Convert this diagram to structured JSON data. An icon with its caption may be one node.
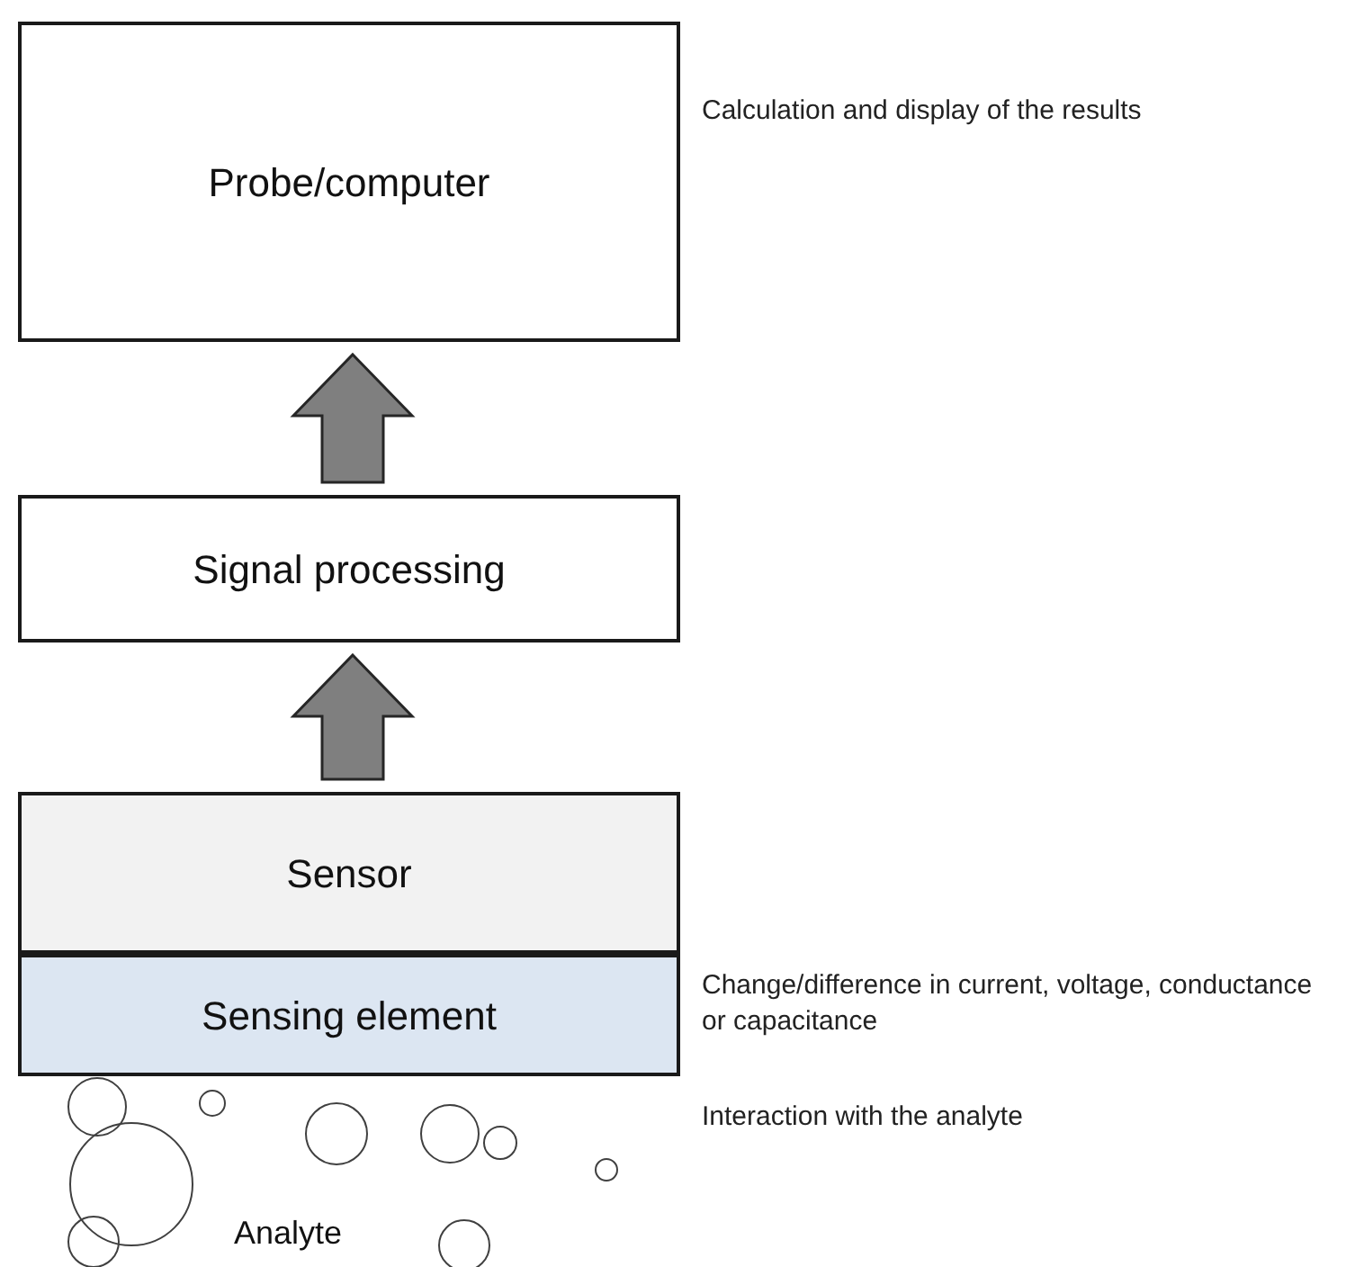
{
  "diagram": {
    "nodes": [
      {
        "text": [
          "Probe/computer"
        ],
        "beside": [
          "Calculation and display of the results"
        ]
      },
      {
        "text": [
          "Signal processing"
        ]
      },
      {
        "text": [
          "Sensor"
        ],
        "beside": [
          "Change/difference in current, voltage, conductance or capacitance"
        ]
      },
      {
        "text": [
          "Sensing element"
        ],
        "beside": [
          "Interaction with the analyte"
        ]
      }
    ],
    "edges": [
      {
        "from": 1,
        "to": 0,
        "arrow": "to"
      },
      {
        "from": 2,
        "to": 1,
        "arrow": "to"
      }
    ],
    "labels": [
      "Analyte"
    ]
  }
}
